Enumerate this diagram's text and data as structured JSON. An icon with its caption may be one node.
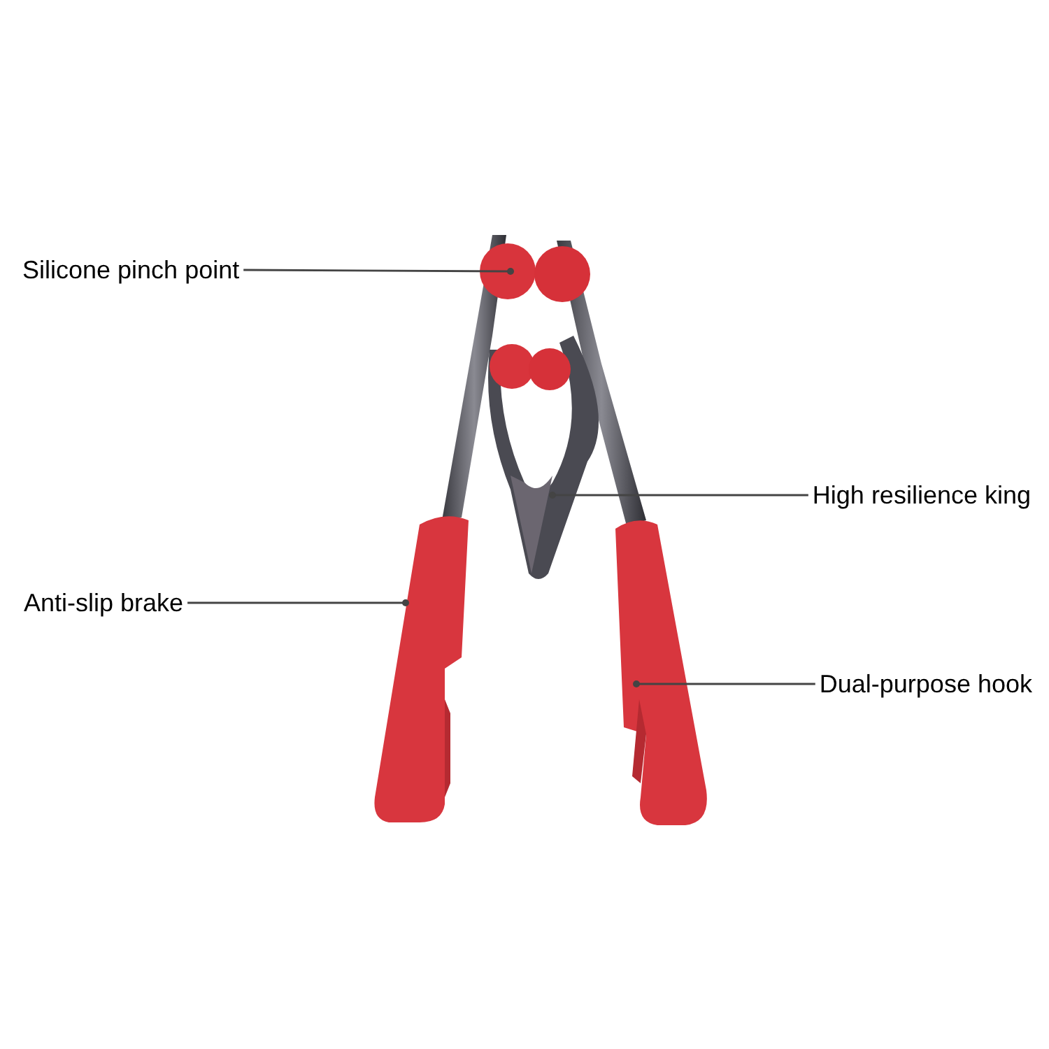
{
  "diagram": {
    "nodes": [
      {
        "text": [
          "Silicone pinch point"
        ]
      },
      {
        "text": [
          "High resilience king"
        ]
      },
      {
        "text": [
          "Anti-slip brake"
        ]
      },
      {
        "text": [
          "Dual-purpose hook"
        ]
      }
    ],
    "edges": [
      {
        "from": 0,
        "to": null,
        "arrow": "other"
      },
      {
        "from": 1,
        "to": null,
        "arrow": "other"
      },
      {
        "from": 2,
        "to": null,
        "arrow": "other"
      },
      {
        "from": 3,
        "to": null,
        "arrow": "other"
      }
    ]
  }
}
